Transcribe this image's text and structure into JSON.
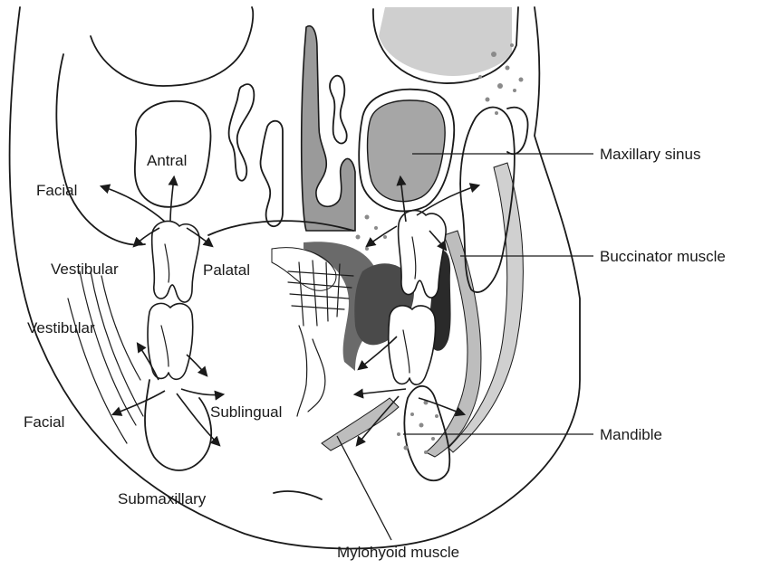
{
  "colors": {
    "outline": "#1a1a1a",
    "sinus_fill": "#a6a6a6",
    "orbit_fill": "#cfcfcf",
    "nasal_fill": "#9a9a9a",
    "muscle_fill": "#bdbdbd",
    "dark_fill": "#2a2a2a"
  },
  "labels": {
    "antral": "Antral",
    "facial_upper": "Facial",
    "vestibular_upper": "Vestibular",
    "palatal": "Palatal",
    "vestibular_lower": "Vestibular",
    "facial_lower": "Facial",
    "sublingual": "Sublingual",
    "submaxillary": "Submaxillary",
    "maxillary_sinus": "Maxillary sinus",
    "buccinator_muscle": "Buccinator muscle",
    "mandible": "Mandible",
    "mylohyoid_muscle": "Mylohyoid muscle"
  }
}
